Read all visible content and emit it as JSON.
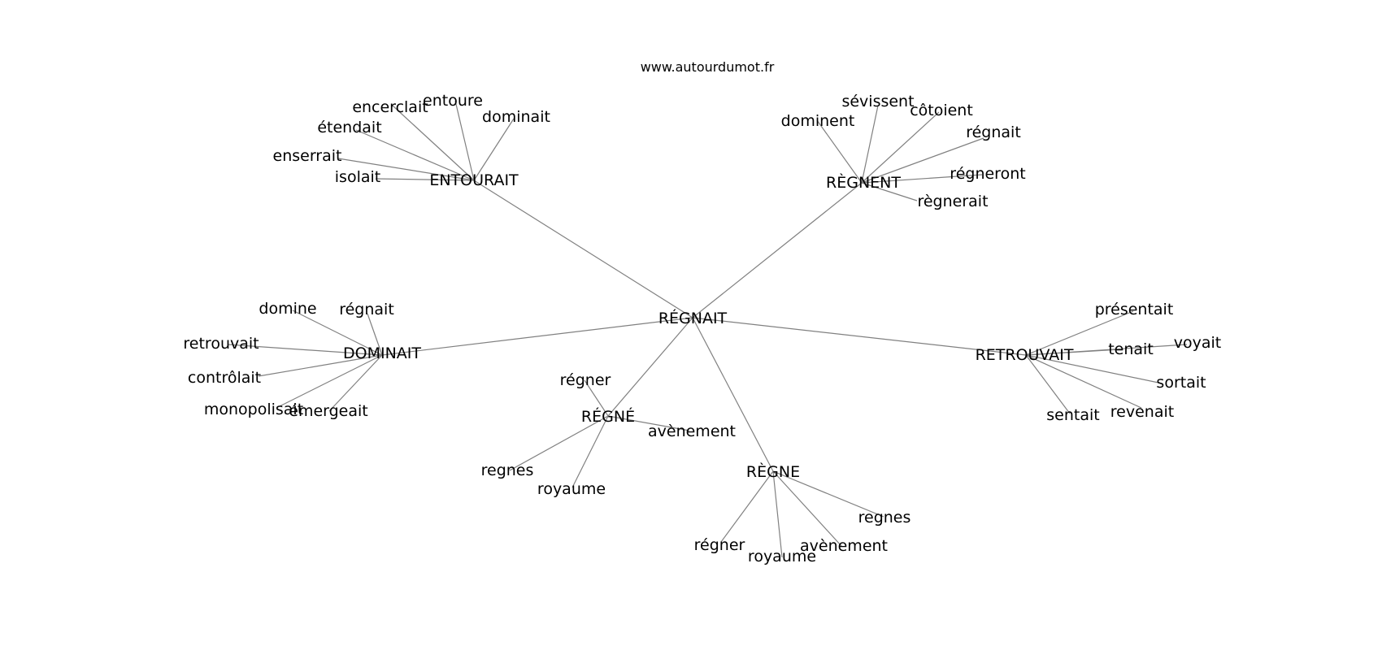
{
  "site": "www.autourdumot.fr",
  "center": "RÉGNAIT",
  "hubs": [
    {
      "id": "entourait",
      "label": "ENTOURAIT",
      "leaves": [
        "encerclait",
        "entoure",
        "dominait",
        "étendait",
        "enserrait",
        "isolait"
      ]
    },
    {
      "id": "regnent",
      "label": "RÈGNENT",
      "leaves": [
        "sévissent",
        "côtoient",
        "dominent",
        "régnait",
        "régneront",
        "règnerait"
      ]
    },
    {
      "id": "dominait",
      "label": "DOMINAIT",
      "leaves": [
        "domine",
        "régnait",
        "retrouvait",
        "contrôlait",
        "monopolisait",
        "émergeait"
      ]
    },
    {
      "id": "retrouvait",
      "label": "RETROUVAIT",
      "leaves": [
        "présentait",
        "tenait",
        "voyait",
        "sortait",
        "sentait",
        "revenait"
      ]
    },
    {
      "id": "regne-participe",
      "label": "RÉGNÉ",
      "leaves": [
        "régner",
        "avènement",
        "regnes",
        "royaume"
      ]
    },
    {
      "id": "regne",
      "label": "RÈGNE",
      "leaves": [
        "regnes",
        "régner",
        "royaume",
        "avènement"
      ]
    }
  ]
}
